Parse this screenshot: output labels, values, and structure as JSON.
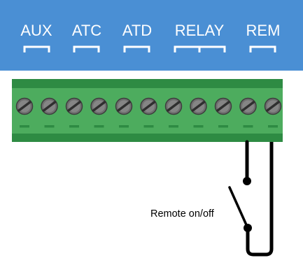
{
  "header": {
    "background_color": "#4a8fd4",
    "groups": [
      {
        "label": "AUX"
      },
      {
        "label": "ATC"
      },
      {
        "label": "ATD"
      },
      {
        "label": "RELAY"
      },
      {
        "label": "REM"
      }
    ]
  },
  "terminal_block": {
    "color": "#4dac5e",
    "terminal_count": 11
  },
  "switch": {
    "label": "Remote on/off",
    "state": "open"
  }
}
